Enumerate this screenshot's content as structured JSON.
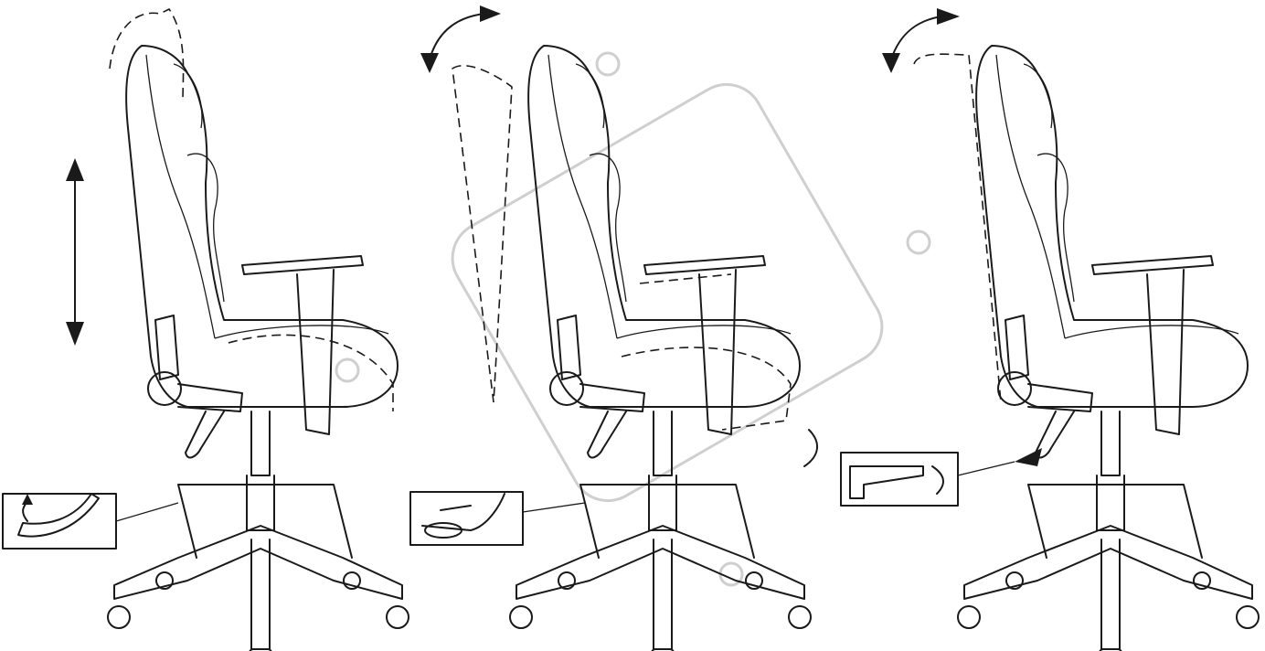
{
  "diagram": {
    "panels": [
      {
        "id": "height-adjustment",
        "icons": [
          "vertical-double-arrow-icon",
          "gas-lift-lever-icon"
        ]
      },
      {
        "id": "tilt-adjustment",
        "icons": [
          "curved-arrow-icon",
          "tilt-lock-lever-icon"
        ]
      },
      {
        "id": "backrest-recline",
        "icons": [
          "curved-arrow-icon",
          "recline-lever-icon"
        ]
      }
    ],
    "colors": {
      "line": "#1a1a1a",
      "background": "#ffffff",
      "watermark": "#cfcfcf"
    }
  }
}
